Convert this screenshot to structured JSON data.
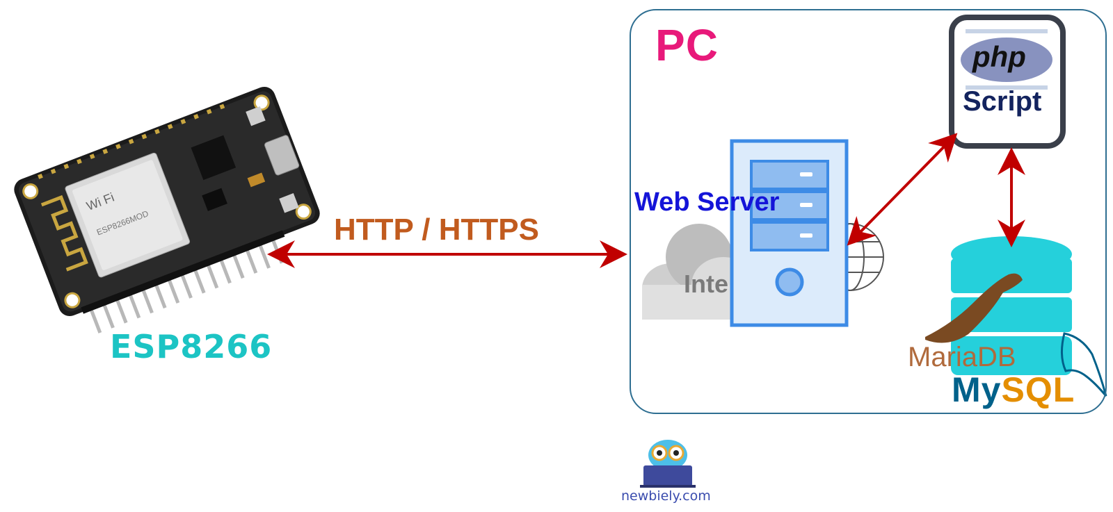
{
  "pc": {
    "title": "PC"
  },
  "connection": {
    "label": "HTTP / HTTPS"
  },
  "device": {
    "label": "ESP8266"
  },
  "web_server": {
    "label": "Web Server",
    "internet_text": "Inte"
  },
  "script_box": {
    "php_text": "php",
    "label": "Script"
  },
  "database": {
    "mariadb_text": "MariaDB",
    "mysql_prefix": "My",
    "mysql_suffix": "SQL"
  },
  "footer": {
    "brand": "newbiely.com"
  },
  "colors": {
    "arrow": "#c00000",
    "pc_title": "#e8197a",
    "http_label": "#c15b1e",
    "esp_label": "#1cc4c4",
    "web_server_label": "#1414d8",
    "database": "#25d0db",
    "pc_border": "#2e6e91"
  }
}
